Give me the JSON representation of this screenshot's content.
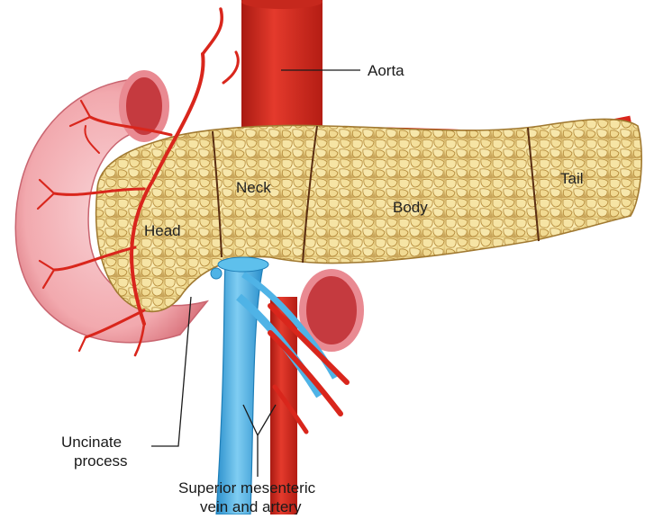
{
  "labels": {
    "aorta": "Aorta",
    "neck": "Neck",
    "body": "Body",
    "tail": "Tail",
    "head": "Head",
    "uncinate_line1": "Uncinate",
    "uncinate_line2": "process",
    "sma_line1": "Superior mesenteric",
    "sma_line2": "vein and artery"
  },
  "colors": {
    "artery": "#d9261c",
    "artery_dark": "#9e1a12",
    "vein": "#4fb3e6",
    "vein_dark": "#1f7fb8",
    "pancreas": "#efd98f",
    "pancreas_lobule_edge": "#b58a3a",
    "duodenum": "#f2a9ae",
    "duodenum_dark": "#d9737c"
  }
}
